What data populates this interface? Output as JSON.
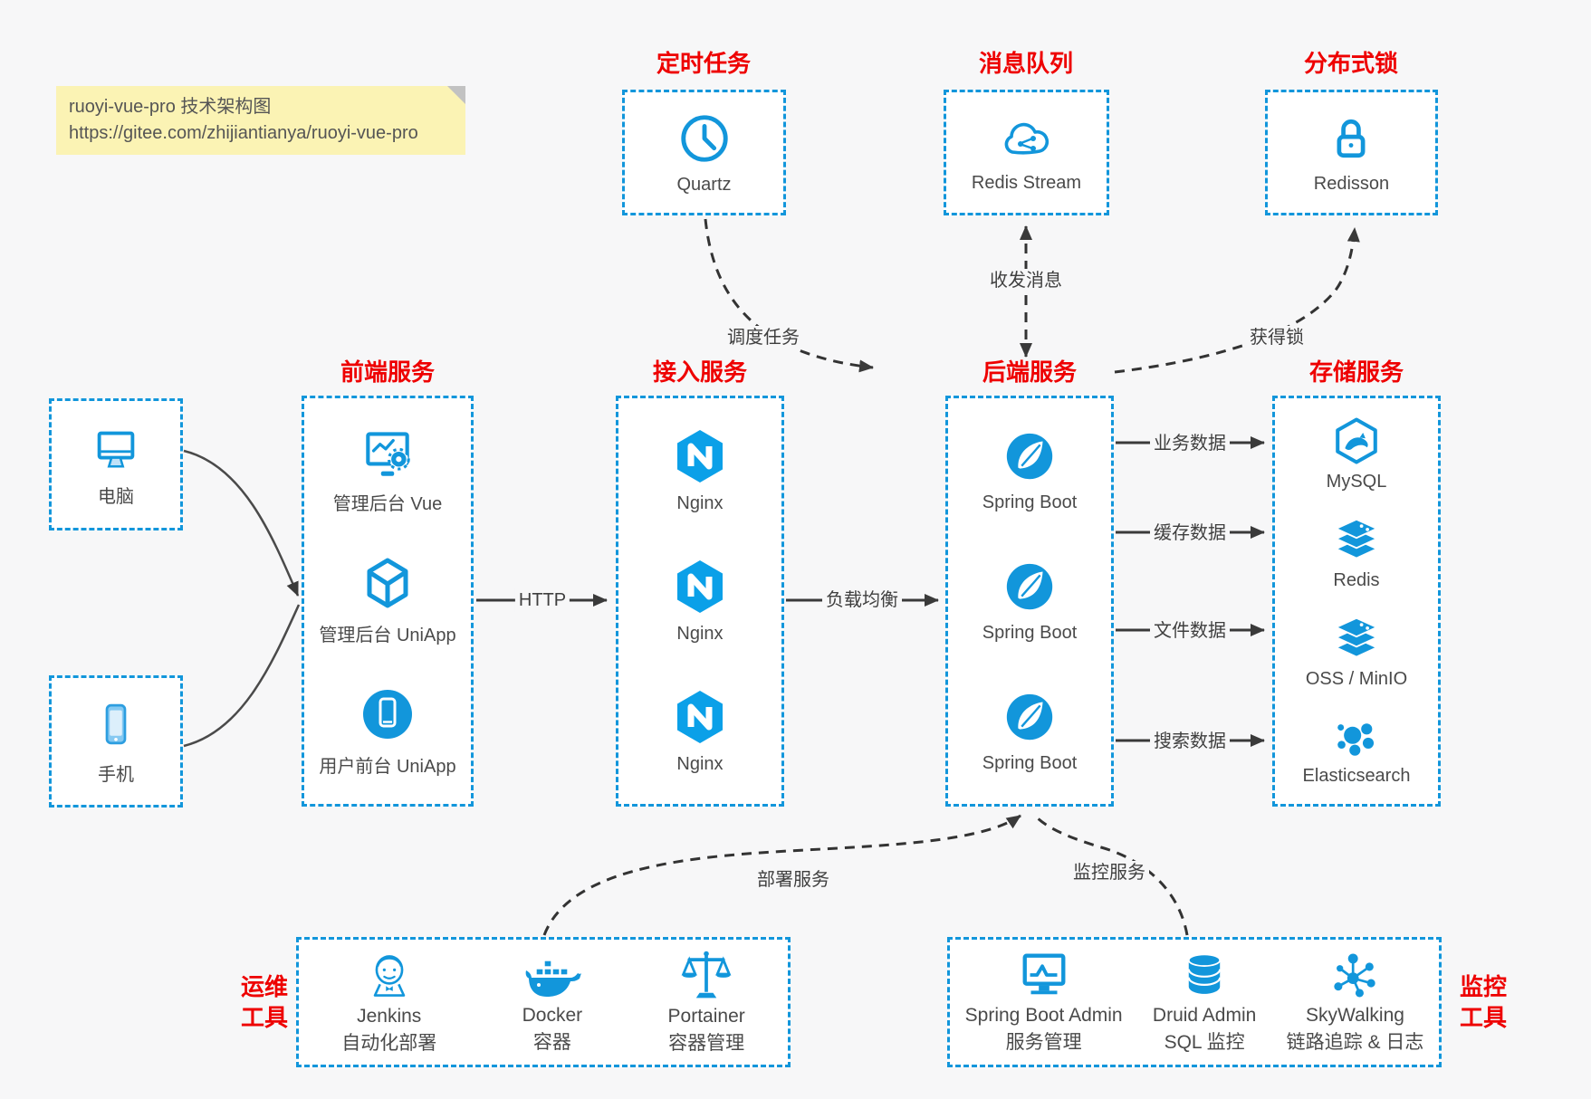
{
  "note": {
    "line1": "ruoyi-vue-pro 技术架构图",
    "line2": "https://gitee.com/zhijiantianya/ruoyi-vue-pro"
  },
  "colors": {
    "accent": "#1296db",
    "title_red": "#ee0000",
    "arrow": "#3a3a3a",
    "note_bg": "#fbf3b4",
    "page_bg": "#f7f7f8"
  },
  "top": {
    "scheduled": {
      "title": "定时任务",
      "item": "Quartz"
    },
    "mq": {
      "title": "消息队列",
      "item": "Redis Stream"
    },
    "lock": {
      "title": "分布式锁",
      "item": "Redisson"
    }
  },
  "clients": {
    "computer": "电脑",
    "phone": "手机"
  },
  "frontend": {
    "title": "前端服务",
    "items": [
      {
        "label": "管理后台 Vue"
      },
      {
        "label": "管理后台 UniApp"
      },
      {
        "label": "用户前台 UniApp"
      }
    ]
  },
  "gateway": {
    "title": "接入服务",
    "items": [
      {
        "label": "Nginx"
      },
      {
        "label": "Nginx"
      },
      {
        "label": "Nginx"
      }
    ]
  },
  "backend": {
    "title": "后端服务",
    "items": [
      {
        "label": "Spring Boot"
      },
      {
        "label": "Spring Boot"
      },
      {
        "label": "Spring Boot"
      }
    ]
  },
  "storage": {
    "title": "存储服务",
    "items": [
      {
        "label": "MySQL"
      },
      {
        "label": "Redis"
      },
      {
        "label": "OSS / MinIO"
      },
      {
        "label": "Elasticsearch"
      }
    ]
  },
  "ops": {
    "title_line1": "运维",
    "title_line2": "工具",
    "items": [
      {
        "name": "Jenkins",
        "desc": "自动化部署"
      },
      {
        "name": "Docker",
        "desc": "容器"
      },
      {
        "name": "Portainer",
        "desc": "容器管理"
      }
    ]
  },
  "monitorTools": {
    "title_line1": "监控",
    "title_line2": "工具",
    "items": [
      {
        "name": "Spring Boot Admin",
        "desc": "服务管理"
      },
      {
        "name": "Druid Admin",
        "desc": "SQL 监控"
      },
      {
        "name": "SkyWalking",
        "desc": "链路追踪 & 日志"
      }
    ]
  },
  "edges": {
    "schedule": "调度任务",
    "message": "收发消息",
    "acquire_lock": "获得锁",
    "http": "HTTP",
    "load_balance": "负载均衡",
    "biz_data": "业务数据",
    "cache_data": "缓存数据",
    "file_data": "文件数据",
    "search_data": "搜索数据",
    "deploy": "部署服务",
    "monitoring": "监控服务"
  }
}
